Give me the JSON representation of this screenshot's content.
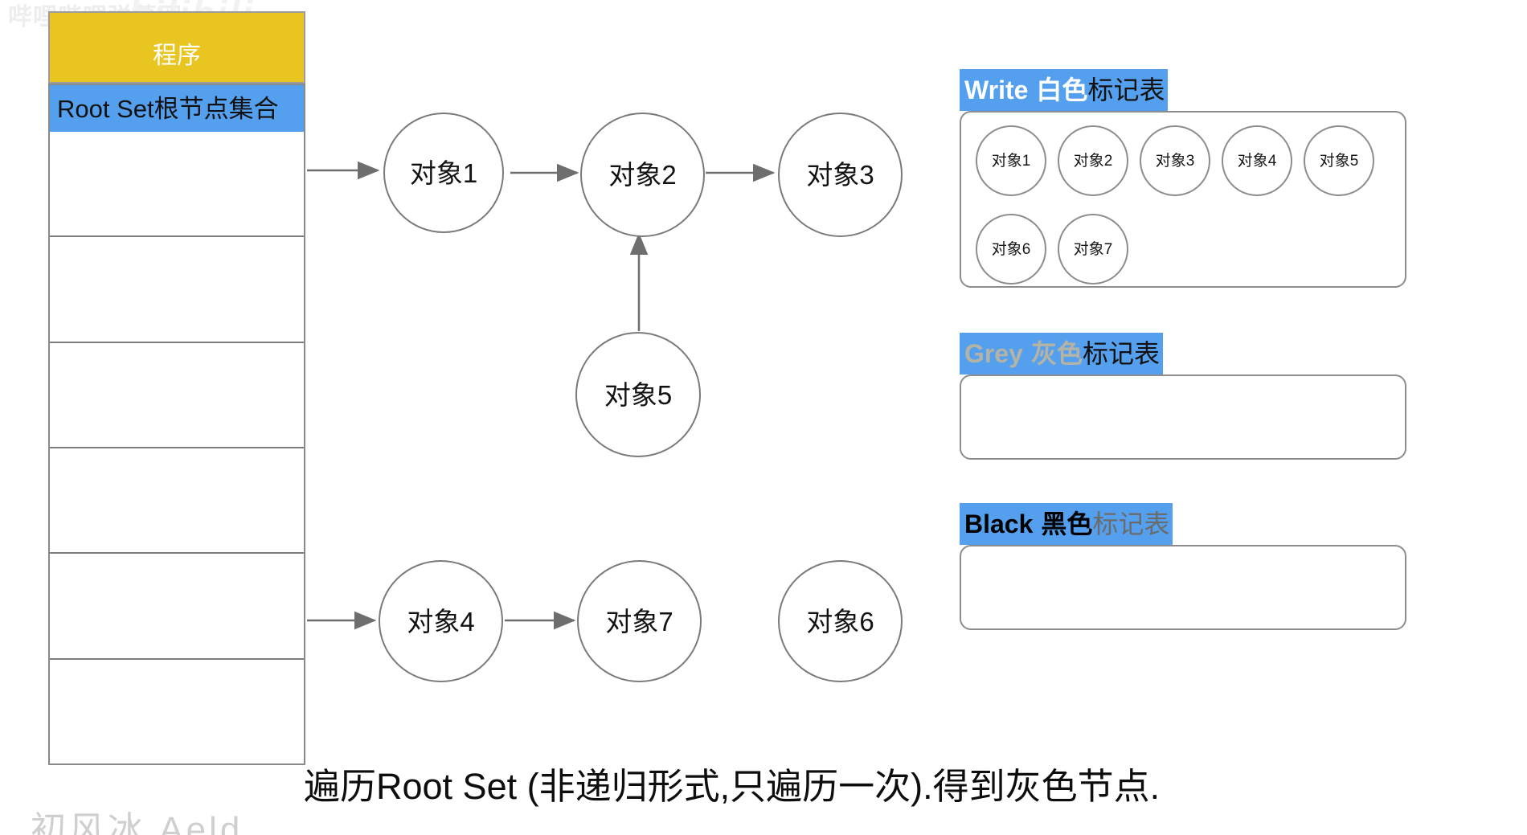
{
  "watermark": {
    "top_text": "哔哩哔哩弹幕网",
    "logo": "bilibili",
    "bottom_text": "初风冰 Aeld"
  },
  "program_box": {
    "label": "程序",
    "fill_color": "#e8c520",
    "text_color": "#ffffff"
  },
  "root_set": {
    "header_label": "Root Set根节点集合",
    "header_color": "#54a0ee",
    "row_count": 6,
    "rows": [
      "",
      "",
      "",
      "",
      "",
      ""
    ]
  },
  "graph": {
    "nodes": [
      {
        "id": "obj1",
        "label": "对象1"
      },
      {
        "id": "obj2",
        "label": "对象2"
      },
      {
        "id": "obj3",
        "label": "对象3"
      },
      {
        "id": "obj5",
        "label": "对象5"
      },
      {
        "id": "obj4",
        "label": "对象4"
      },
      {
        "id": "obj7",
        "label": "对象7"
      },
      {
        "id": "obj6",
        "label": "对象6"
      }
    ],
    "edges": [
      {
        "from": "root-row-1",
        "to": "obj1"
      },
      {
        "from": "obj1",
        "to": "obj2"
      },
      {
        "from": "obj2",
        "to": "obj3"
      },
      {
        "from": "obj5",
        "to": "obj2"
      },
      {
        "from": "root-row-5",
        "to": "obj4"
      },
      {
        "from": "obj4",
        "to": "obj7"
      }
    ]
  },
  "panels": [
    {
      "id": "white",
      "header_en": "Write",
      "header_color_word": "白色",
      "header_suffix": "标记表",
      "header_bg": "#54a0ee",
      "en_text_color": "#ffffff",
      "color_word_color": "#ffffff",
      "suffix_color": "#111111",
      "items": [
        "对象1",
        "对象2",
        "对象3",
        "对象4",
        "对象5",
        "对象6",
        "对象7"
      ]
    },
    {
      "id": "grey",
      "header_en": "Grey",
      "header_color_word": "灰色",
      "header_suffix": "标记表",
      "header_bg": "#54a0ee",
      "en_text_color": "#b5b3a6",
      "color_word_color": "#b5b3a6",
      "suffix_color": "#111111",
      "items": []
    },
    {
      "id": "black",
      "header_en": "Black",
      "header_color_word": "黑色",
      "header_suffix": "标记表",
      "header_bg": "#54a0ee",
      "en_text_color": "#000000",
      "color_word_color": "#000000",
      "suffix_color": "#6b6b6b",
      "items": []
    }
  ],
  "caption": {
    "text": "遍历Root Set (非递归形式,只遍历一次).得到灰色节点."
  }
}
